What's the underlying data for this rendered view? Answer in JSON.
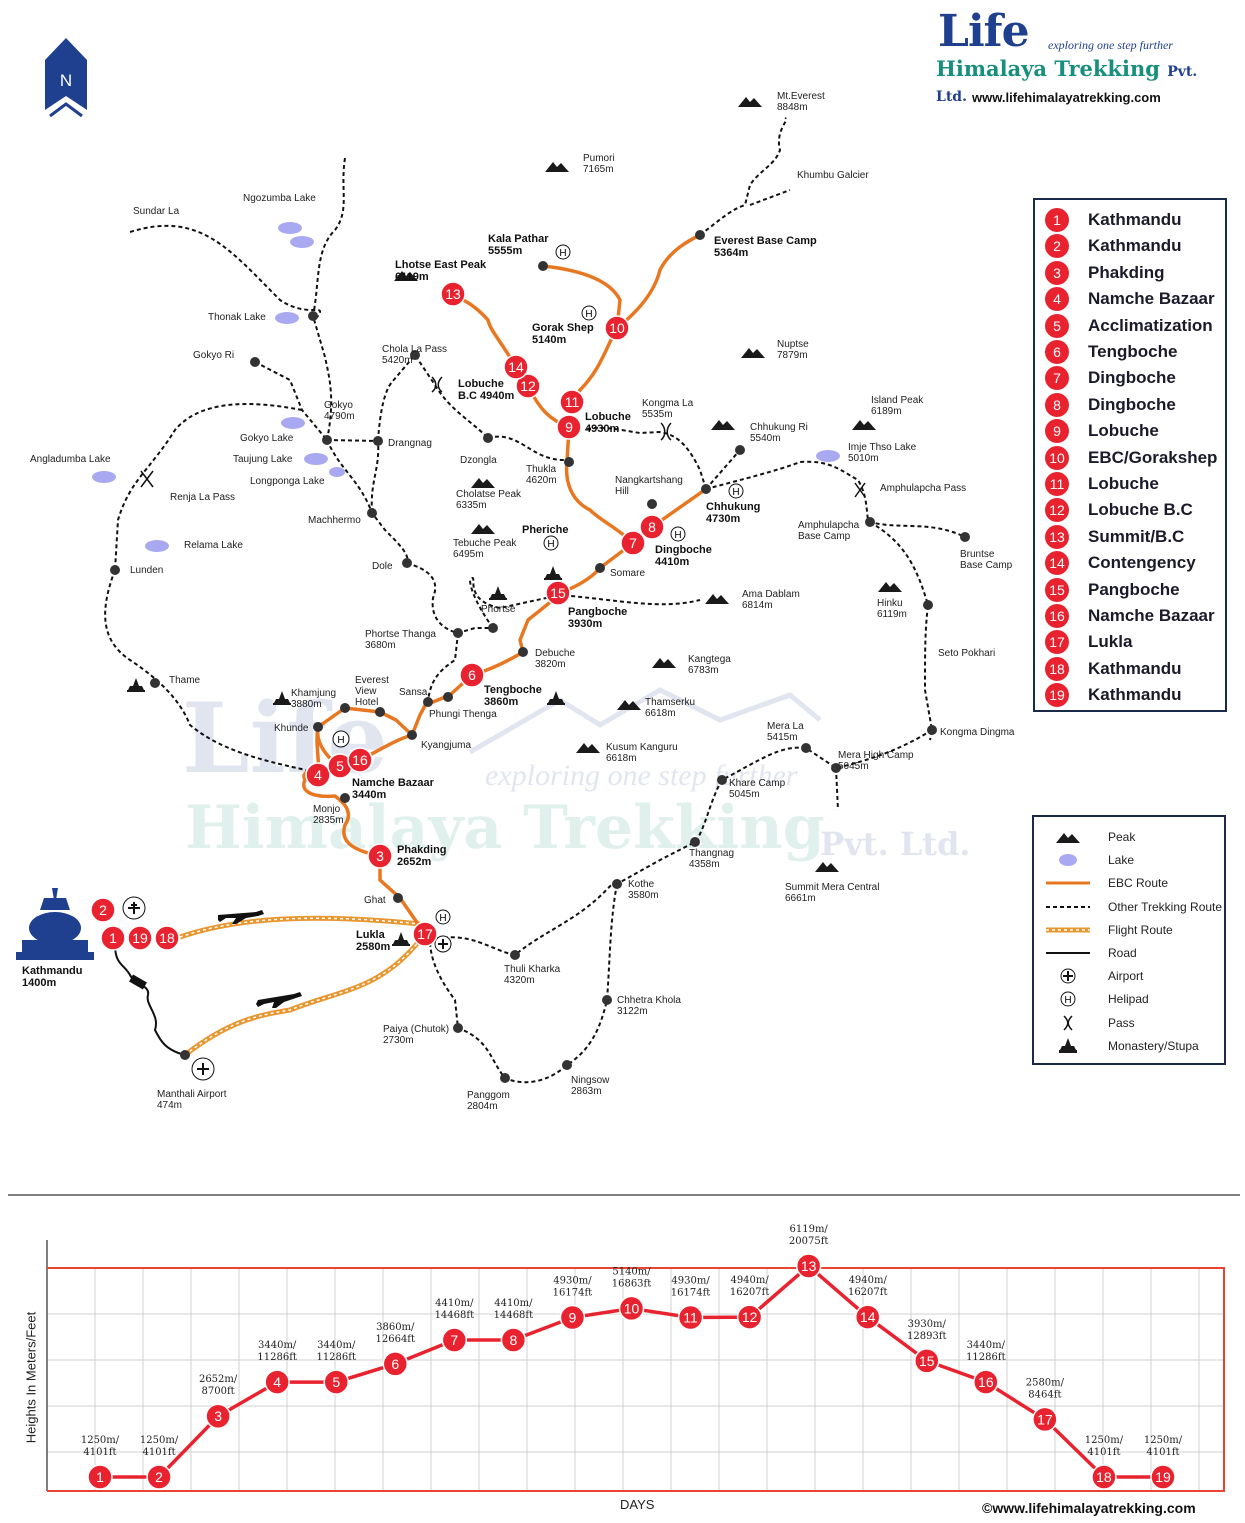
{
  "brand": {
    "life": "Life",
    "tagline": "exploring one step further",
    "name": "Himalaya Trekking",
    "pvt": "Pvt. Ltd.",
    "url": "www.lifehimalayatrekking.com"
  },
  "north": "N",
  "watermark": {
    "line1": "Life",
    "tagline": "exploring one step further",
    "line2": "Himalaya Trekking",
    "pvt": "Pvt. Ltd."
  },
  "itinerary": [
    {
      "n": "1",
      "name": "Kathmandu"
    },
    {
      "n": "2",
      "name": "Kathmandu"
    },
    {
      "n": "3",
      "name": "Phakding"
    },
    {
      "n": "4",
      "name": "Namche Bazaar"
    },
    {
      "n": "5",
      "name": "Acclimatization"
    },
    {
      "n": "6",
      "name": "Tengboche"
    },
    {
      "n": "7",
      "name": "Dingboche"
    },
    {
      "n": "8",
      "name": "Dingboche"
    },
    {
      "n": "9",
      "name": "Lobuche"
    },
    {
      "n": "10",
      "name": "EBC/Gorakshep"
    },
    {
      "n": "11",
      "name": "Lobuche"
    },
    {
      "n": "12",
      "name": "Lobuche B.C"
    },
    {
      "n": "13",
      "name": "Summit/B.C"
    },
    {
      "n": "14",
      "name": "Contengency"
    },
    {
      "n": "15",
      "name": "Pangboche"
    },
    {
      "n": "16",
      "name": "Namche Bazaar"
    },
    {
      "n": "17",
      "name": "Lukla"
    },
    {
      "n": "18",
      "name": "Kathmandu"
    },
    {
      "n": "19",
      "name": "Kathmandu"
    }
  ],
  "legend": [
    {
      "sym": "peak",
      "label": "Peak"
    },
    {
      "sym": "lake",
      "label": "Lake"
    },
    {
      "sym": "ebc",
      "label": "EBC Route"
    },
    {
      "sym": "other",
      "label": "Other Trekking Route"
    },
    {
      "sym": "flight",
      "label": "Flight Route"
    },
    {
      "sym": "road",
      "label": "Road"
    },
    {
      "sym": "airport",
      "label": "Airport"
    },
    {
      "sym": "helipad",
      "label": "Helipad"
    },
    {
      "sym": "pass",
      "label": "Pass"
    },
    {
      "sym": "monastery",
      "label": "Monastery/Stupa"
    }
  ],
  "places": [
    {
      "id": "mteverest",
      "lines": [
        "Mt.Everest",
        "8848m"
      ],
      "type": "peak"
    },
    {
      "id": "pumori",
      "lines": [
        "Pumori",
        "7165m"
      ],
      "type": "peak"
    },
    {
      "id": "khumbu",
      "lines": [
        "Khumbu Galcier"
      ],
      "type": "text"
    },
    {
      "id": "sundarla",
      "lines": [
        "Sundar La"
      ],
      "type": "text"
    },
    {
      "id": "ngozumba",
      "lines": [
        "Ngozumba Lake"
      ],
      "type": "text"
    },
    {
      "id": "kalapathar",
      "lines": [
        "Kala Pathar",
        "5555m"
      ],
      "type": "bold"
    },
    {
      "id": "ebc",
      "lines": [
        "Everest Base Camp",
        "5364m"
      ],
      "type": "bold"
    },
    {
      "id": "lhotse",
      "lines": [
        "Lhotse East Peak",
        "6119m"
      ],
      "type": "bold"
    },
    {
      "id": "thonak",
      "lines": [
        "Thonak Lake"
      ],
      "type": "text"
    },
    {
      "id": "gorakshep",
      "lines": [
        "Gorak Shep",
        "5140m"
      ],
      "type": "bold"
    },
    {
      "id": "gokyori",
      "lines": [
        "Gokyo Ri"
      ],
      "type": "text"
    },
    {
      "id": "cholapass",
      "lines": [
        "Chola La Pass",
        "5420m"
      ],
      "type": "text"
    },
    {
      "id": "nuptse",
      "lines": [
        "Nuptse",
        "7879m"
      ],
      "type": "peak"
    },
    {
      "id": "lobuchebc",
      "lines": [
        "Lobuche",
        "B.C 4940m"
      ],
      "type": "bold"
    },
    {
      "id": "lobuche",
      "lines": [
        "Lobuche",
        "4930m"
      ],
      "type": "bold"
    },
    {
      "id": "kongmala",
      "lines": [
        "Kongma La",
        "5535m"
      ],
      "type": "text"
    },
    {
      "id": "islandpeak",
      "lines": [
        "Island Peak",
        "6189m"
      ],
      "type": "peak"
    },
    {
      "id": "gokyo",
      "lines": [
        "Gokyo",
        "4790m"
      ],
      "type": "text"
    },
    {
      "id": "gokyolake",
      "lines": [
        "Gokyo Lake"
      ],
      "type": "text"
    },
    {
      "id": "drangnag",
      "lines": [
        "Drangnag"
      ],
      "type": "text"
    },
    {
      "id": "dzongla",
      "lines": [
        "Dzongla"
      ],
      "type": "text"
    },
    {
      "id": "chhukungri",
      "lines": [
        "Chhukung Ri",
        "5540m"
      ],
      "type": "peak"
    },
    {
      "id": "imjetsho",
      "lines": [
        "Imje Thso Lake",
        "5010m"
      ],
      "type": "text"
    },
    {
      "id": "angladumba",
      "lines": [
        "Angladumba Lake"
      ],
      "type": "text"
    },
    {
      "id": "taujung",
      "lines": [
        "Taujung Lake"
      ],
      "type": "text"
    },
    {
      "id": "longponga",
      "lines": [
        "Longponga Lake"
      ],
      "type": "text"
    },
    {
      "id": "thukla",
      "lines": [
        "Thukla",
        "4620m"
      ],
      "type": "text"
    },
    {
      "id": "nangkartshang",
      "lines": [
        "Nangkartshang",
        "Hill"
      ],
      "type": "text"
    },
    {
      "id": "renjala",
      "lines": [
        "Renja La Pass"
      ],
      "type": "text"
    },
    {
      "id": "cholatse",
      "lines": [
        "Cholatse Peak",
        "6335m"
      ],
      "type": "peak"
    },
    {
      "id": "chhukung",
      "lines": [
        "Chhukung",
        "4730m"
      ],
      "type": "bold"
    },
    {
      "id": "amphulapcha",
      "lines": [
        "Amphulapcha Pass"
      ],
      "type": "text"
    },
    {
      "id": "machhermo",
      "lines": [
        "Machhermo"
      ],
      "type": "text"
    },
    {
      "id": "pheriche",
      "lines": [
        "Pheriche"
      ],
      "type": "bold"
    },
    {
      "id": "amphulapchabc",
      "lines": [
        "Amphulapcha",
        "Base Camp"
      ],
      "type": "text"
    },
    {
      "id": "relama",
      "lines": [
        "Relama Lake"
      ],
      "type": "text"
    },
    {
      "id": "tebuche",
      "lines": [
        "Tebuche Peak",
        "6495m"
      ],
      "type": "peak"
    },
    {
      "id": "dingboche",
      "lines": [
        "Dingboche",
        "4410m"
      ],
      "type": "bold"
    },
    {
      "id": "brunts",
      "lines": [
        "Bruntse",
        "Base Camp"
      ],
      "type": "text"
    },
    {
      "id": "dole",
      "lines": [
        "Dole"
      ],
      "type": "text"
    },
    {
      "id": "lunden",
      "lines": [
        "Lunden"
      ],
      "type": "text"
    },
    {
      "id": "somare",
      "lines": [
        "Somare"
      ],
      "type": "text"
    },
    {
      "id": "hinku",
      "lines": [
        "Hinku",
        "6119m"
      ],
      "type": "peak"
    },
    {
      "id": "amadablam",
      "lines": [
        "Ama Dablam",
        "6814m"
      ],
      "type": "peak"
    },
    {
      "id": "phortse",
      "lines": [
        "Phortse"
      ],
      "type": "text"
    },
    {
      "id": "pangboche",
      "lines": [
        "Pangboche",
        "3930m"
      ],
      "type": "bold"
    },
    {
      "id": "phortsethanga",
      "lines": [
        "Phortse Thanga",
        "3680m"
      ],
      "type": "text"
    },
    {
      "id": "setopokhari",
      "lines": [
        "Seto Pokhari"
      ],
      "type": "text"
    },
    {
      "id": "debuche",
      "lines": [
        "Debuche",
        "3820m"
      ],
      "type": "text"
    },
    {
      "id": "kangtega",
      "lines": [
        "Kangtega",
        "6783m"
      ],
      "type": "peak"
    },
    {
      "id": "thame",
      "lines": [
        "Thame"
      ],
      "type": "text"
    },
    {
      "id": "everestview",
      "lines": [
        "Everest",
        "View",
        "Hotel"
      ],
      "type": "text"
    },
    {
      "id": "khamjung",
      "lines": [
        "Khamjung",
        "3880m"
      ],
      "type": "text"
    },
    {
      "id": "sansa",
      "lines": [
        "Sansa"
      ],
      "type": "text"
    },
    {
      "id": "tengboche",
      "lines": [
        "Tengboche",
        "3860m"
      ],
      "type": "bold"
    },
    {
      "id": "phungi",
      "lines": [
        "Phungi Thenga"
      ],
      "type": "text"
    },
    {
      "id": "thamserku",
      "lines": [
        "Thamserku",
        "6618m"
      ],
      "type": "peak"
    },
    {
      "id": "merala",
      "lines": [
        "Mera La",
        "5415m"
      ],
      "type": "text"
    },
    {
      "id": "kongmadingma",
      "lines": [
        "Kongma Dingma"
      ],
      "type": "text"
    },
    {
      "id": "khunde",
      "lines": [
        "Khunde"
      ],
      "type": "text"
    },
    {
      "id": "kyangjuma",
      "lines": [
        "Kyangjuma"
      ],
      "type": "text"
    },
    {
      "id": "kusum",
      "lines": [
        "Kusum Kanguru",
        "6618m"
      ],
      "type": "peak"
    },
    {
      "id": "merahigh",
      "lines": [
        "Mera High Camp",
        "5045m"
      ],
      "type": "text"
    },
    {
      "id": "kharecamp",
      "lines": [
        "Khare Camp",
        "5045m"
      ],
      "type": "text"
    },
    {
      "id": "namche",
      "lines": [
        "Namche Bazaar",
        "3440m"
      ],
      "type": "bold"
    },
    {
      "id": "monjo",
      "lines": [
        "Monjo",
        "2835m"
      ],
      "type": "text"
    },
    {
      "id": "phakding",
      "lines": [
        "Phakding",
        "2652m"
      ],
      "type": "bold"
    },
    {
      "id": "thangnag",
      "lines": [
        "Thangnag",
        "4358m"
      ],
      "type": "text"
    },
    {
      "id": "summitmera",
      "lines": [
        "Summit Mera Central",
        "6661m"
      ],
      "type": "peak"
    },
    {
      "id": "kothe",
      "lines": [
        "Kothe",
        "3580m"
      ],
      "type": "text"
    },
    {
      "id": "ghat",
      "lines": [
        "Ghat"
      ],
      "type": "text"
    },
    {
      "id": "lukla",
      "lines": [
        "Lukla",
        "2580m"
      ],
      "type": "bold"
    },
    {
      "id": "thulikharka",
      "lines": [
        "Thuli Kharka",
        "4320m"
      ],
      "type": "text"
    },
    {
      "id": "kathmandu",
      "lines": [
        "Kathmandu",
        "1400m"
      ],
      "type": "bold"
    },
    {
      "id": "chhetrakhola",
      "lines": [
        "Chhetra Khola",
        "3122m"
      ],
      "type": "text"
    },
    {
      "id": "paiya",
      "lines": [
        "Paiya (Chutok)",
        "2730m"
      ],
      "type": "text"
    },
    {
      "id": "ningsow",
      "lines": [
        "Ningsow",
        "2863m"
      ],
      "type": "text"
    },
    {
      "id": "manthali",
      "lines": [
        "Manthali Airport",
        "474m"
      ],
      "type": "text"
    },
    {
      "id": "panggom",
      "lines": [
        "Panggom",
        "2804m"
      ],
      "type": "text"
    }
  ],
  "stops": [
    {
      "n": "1"
    },
    {
      "n": "2"
    },
    {
      "n": "19"
    },
    {
      "n": "18"
    },
    {
      "n": "17"
    },
    {
      "n": "3"
    },
    {
      "n": "4"
    },
    {
      "n": "5"
    },
    {
      "n": "16"
    },
    {
      "n": "6"
    },
    {
      "n": "15"
    },
    {
      "n": "7"
    },
    {
      "n": "8"
    },
    {
      "n": "9"
    },
    {
      "n": "11"
    },
    {
      "n": "12"
    },
    {
      "n": "14"
    },
    {
      "n": "13"
    },
    {
      "n": "10"
    }
  ],
  "chart_data": {
    "type": "line",
    "xlabel": "DAYS",
    "ylabel": "Heights In Meters/Feet",
    "x": [
      1,
      2,
      3,
      4,
      5,
      6,
      7,
      8,
      9,
      10,
      11,
      12,
      13,
      14,
      15,
      16,
      17,
      18,
      19
    ],
    "series": [
      {
        "values": [
          1250,
          1250,
          2652,
          3440,
          3440,
          3860,
          4410,
          4410,
          4930,
          5140,
          4930,
          4940,
          6119,
          4940,
          3930,
          3440,
          2580,
          1250,
          1250
        ]
      }
    ],
    "labels": [
      [
        "1250m/",
        "4101ft"
      ],
      [
        "1250m/",
        "4101ft"
      ],
      [
        "2652m/",
        "8700ft"
      ],
      [
        "3440m/",
        "11286ft"
      ],
      [
        "3440m/",
        "11286ft"
      ],
      [
        "3860m/",
        "12664ft"
      ],
      [
        "4410m/",
        "14468ft"
      ],
      [
        "4410m/",
        "14468ft"
      ],
      [
        "4930m/",
        "16174ft"
      ],
      [
        "5140m/",
        "16863ft"
      ],
      [
        "4930m/",
        "16174ft"
      ],
      [
        "4940m/",
        "16207ft"
      ],
      [
        "6119m/",
        "20075ft"
      ],
      [
        "4940m/",
        "16207ft"
      ],
      [
        "3930m/",
        "12893ft"
      ],
      [
        "3440m/",
        "11286ft"
      ],
      [
        "2580m/",
        "8464ft"
      ],
      [
        "1250m/",
        "4101ft"
      ],
      [
        "1250m/",
        "4101ft"
      ]
    ],
    "grid": true,
    "colors": {
      "line": "#e8232f",
      "marker": "#e8232f"
    }
  },
  "copyright": "©www.lifehimalayatrekking.com",
  "colors": {
    "route": "#e87722",
    "stop": "#e8232f",
    "navy": "#1f3f8f",
    "teal": "#168f7d"
  }
}
